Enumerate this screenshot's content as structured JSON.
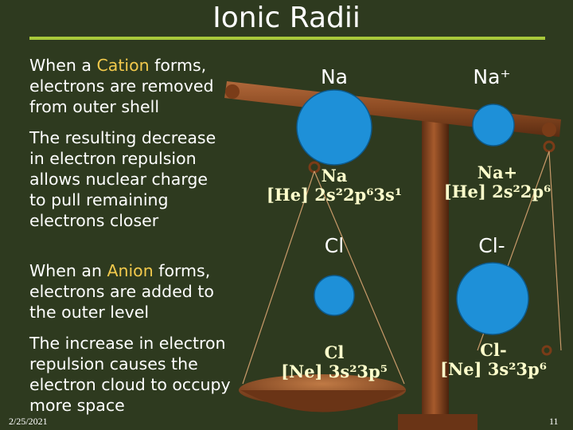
{
  "slide": {
    "title": "Ionic Radii",
    "date": "2/25/2021",
    "page_number": "11"
  },
  "left_text": {
    "cation_p1": {
      "pre": "When a ",
      "highlight": "Cation",
      "post": " forms, electrons are removed from outer shell"
    },
    "cation_p2": "The resulting decrease in electron repulsion allows nuclear charge to pull remaining electrons closer",
    "anion_p1": {
      "pre": "When an ",
      "highlight": "Anion",
      "post": " forms, electrons are added to the outer level"
    },
    "anion_p2": "The increase in electron repulsion causes the electron cloud to occupy more space"
  },
  "atoms": {
    "na": {
      "symbol": "Na",
      "config_symbol": "Na",
      "config": "[He] 2s²2p⁶3s¹"
    },
    "na_ion": {
      "symbol": "Na⁺",
      "config_symbol": "Na+",
      "config": "[He] 2s²2p⁶"
    },
    "cl": {
      "symbol": "Cl",
      "config_symbol": "Cl",
      "config": "[Ne] 3s²3p⁵"
    },
    "cl_ion": {
      "symbol": "Cl-",
      "config_symbol": "Cl-",
      "config": "[Ne] 3s²3p⁶"
    }
  },
  "colors": {
    "background": "#2e3a1f",
    "title_rule": "#a8c83a",
    "highlight": "#f2c94c",
    "sphere": "#1e90d8",
    "scale_wood": "#8b4a22"
  }
}
